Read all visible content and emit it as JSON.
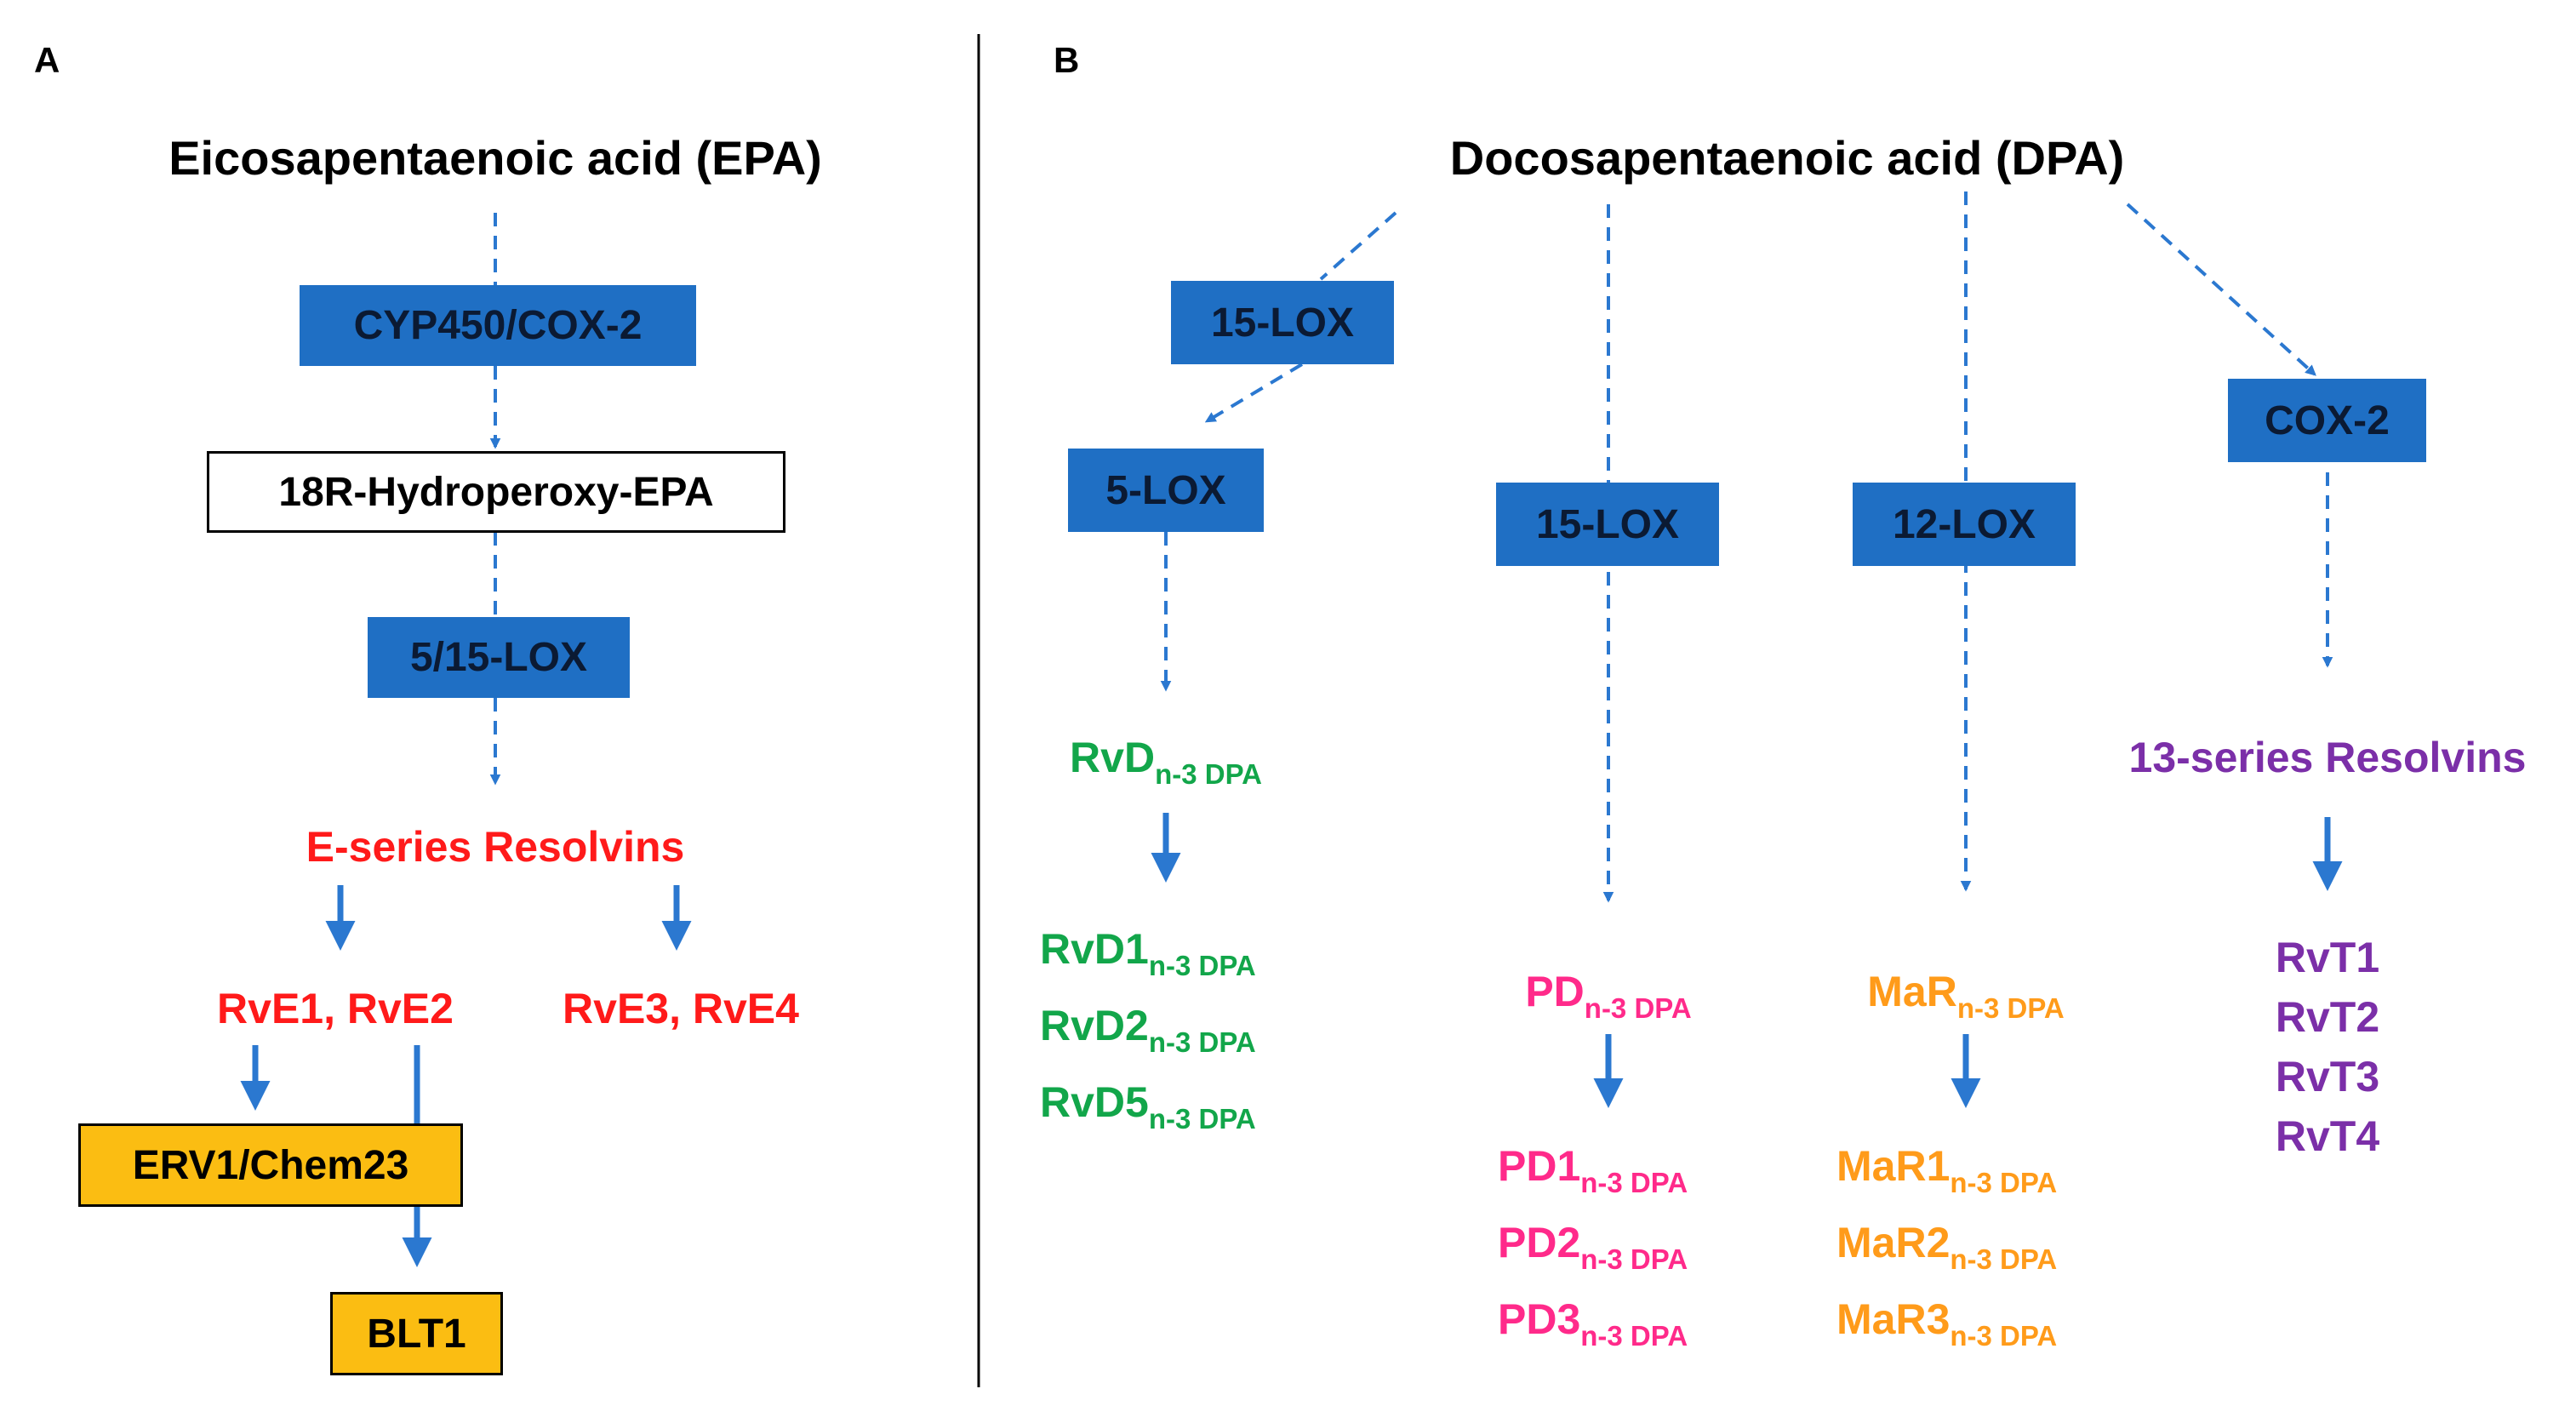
{
  "panels": {
    "a": {
      "letter": "A",
      "title": "Eicosapentaenoic acid (EPA)",
      "enzyme1": "CYP450/COX-2",
      "intermediate": "18R-Hydroperoxy-EPA",
      "enzyme2": "5/15-LOX",
      "series": "E-series Resolvins",
      "products_left": "RvE1, RvE2",
      "products_right": "RvE3, RvE4",
      "receptor1": "ERV1/Chem23",
      "receptor2": "BLT1"
    },
    "b": {
      "letter": "B",
      "title": "Docosapentaenoic acid (DPA)",
      "branch_rvd": {
        "enzyme1": "15-LOX",
        "enzyme2": "5-LOX",
        "series_base": "RvD",
        "series_sub": "n-3 DPA",
        "products": [
          {
            "base": "RvD1",
            "sub": "n-3 DPA"
          },
          {
            "base": "RvD2",
            "sub": "n-3 DPA"
          },
          {
            "base": "RvD5",
            "sub": "n-3 DPA"
          }
        ]
      },
      "branch_pd": {
        "enzyme": "15-LOX",
        "series_base": "PD",
        "series_sub": "n-3 DPA",
        "products": [
          {
            "base": "PD1",
            "sub": "n-3 DPA"
          },
          {
            "base": "PD2",
            "sub": "n-3 DPA"
          },
          {
            "base": "PD3",
            "sub": "n-3 DPA"
          }
        ]
      },
      "branch_mar": {
        "enzyme": "12-LOX",
        "series_base": "MaR",
        "series_sub": "n-3 DPA",
        "products": [
          {
            "base": "MaR1",
            "sub": "n-3 DPA"
          },
          {
            "base": "MaR2",
            "sub": "n-3 DPA"
          },
          {
            "base": "MaR3",
            "sub": "n-3 DPA"
          }
        ]
      },
      "branch_rvt": {
        "enzyme": "COX-2",
        "series": "13-series Resolvins",
        "products": [
          "RvT1",
          "RvT2",
          "RvT3",
          "RvT4"
        ]
      }
    }
  },
  "colors": {
    "enzyme_box": "#1f6fc4",
    "arrow": "#2b78d0",
    "e_series": "#ff1a1a",
    "rvd": "#12a64a",
    "pd": "#ff2a8a",
    "mar": "#ff9b1a",
    "rvt": "#7b2fa8",
    "receptor_box": "#fbbd12"
  }
}
